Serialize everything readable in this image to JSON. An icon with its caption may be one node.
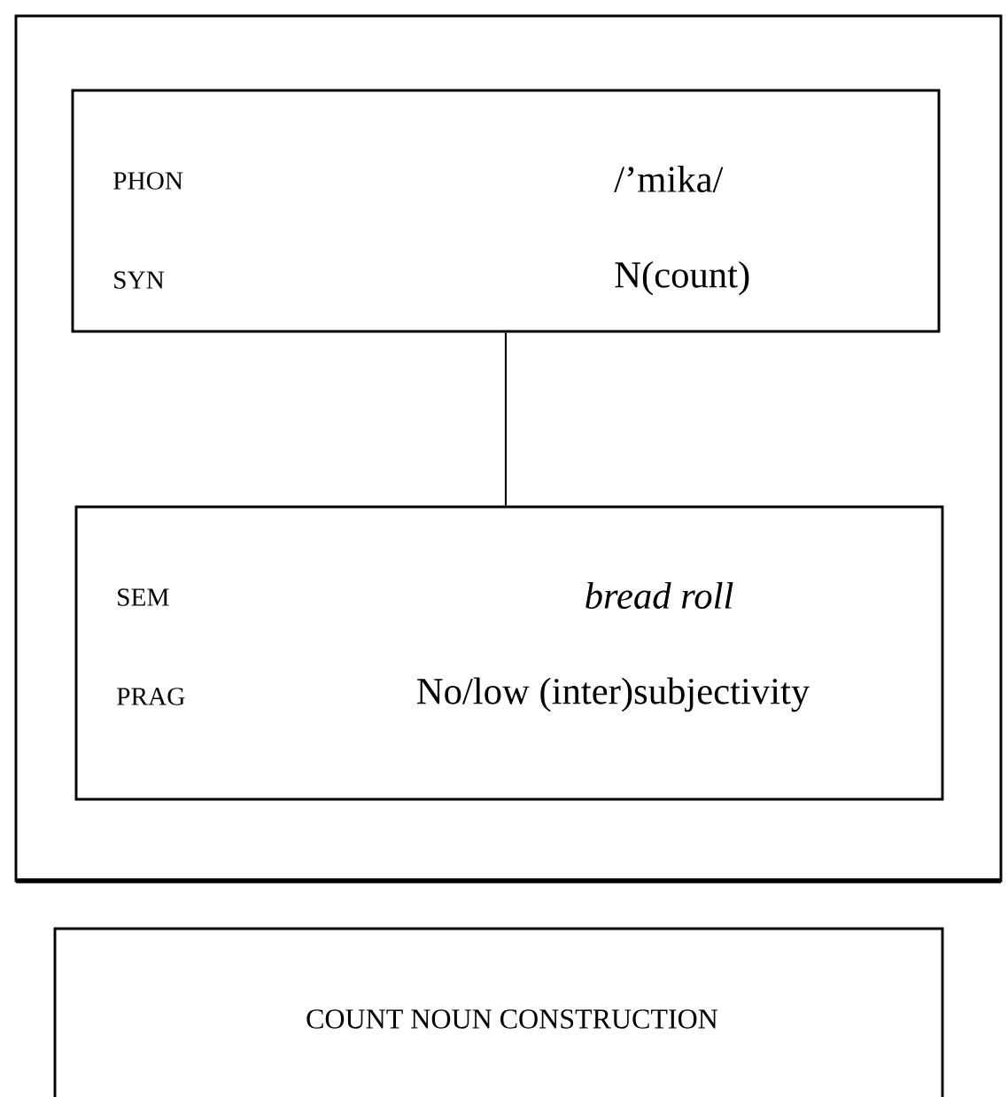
{
  "diagram": {
    "nodes": [
      {
        "text": [],
        "shape": "box"
      },
      {
        "text": [
          "PHON",
          "/’mika/",
          "SYN",
          "N(count)"
        ],
        "in": 0
      },
      {
        "text": [
          "SEM",
          "bread roll",
          "PRAG",
          "No/low (inter)subjectivity"
        ],
        "in": 0
      },
      {
        "text": [
          "COUNT NOUN CONSTRUCTION"
        ]
      }
    ],
    "edges": [
      {
        "from": 1,
        "to": 2,
        "arrow": "none"
      }
    ]
  }
}
